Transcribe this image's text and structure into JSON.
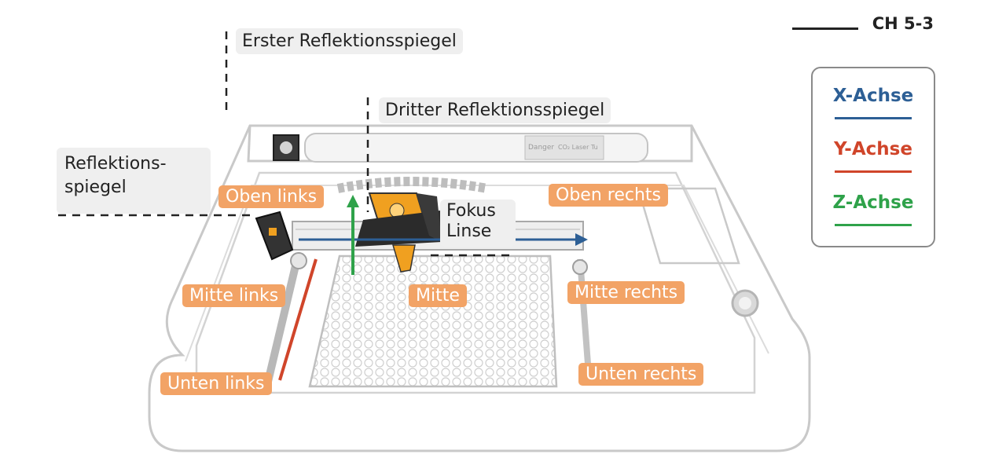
{
  "chapter": "CH 5-3",
  "legend": {
    "x": {
      "label": "X-Achse",
      "color": "#2d5f95"
    },
    "y": {
      "label": "Y-Achse",
      "color": "#d0452a"
    },
    "z": {
      "label": "Z-Achse",
      "color": "#2fa24a"
    }
  },
  "callouts": {
    "first_mirror": "Erster Reflektionsspiegel",
    "third_mirror": "Dritter Reflektionsspiegel",
    "second_mirror_line1": "Reflektions-",
    "second_mirror_line2": "spiegel",
    "focus_lens_line1": "Fokus",
    "focus_lens_line2": "Linse"
  },
  "positions": {
    "top_left": "Oben links",
    "top_right": "Oben rechts",
    "mid_left": "Mitte links",
    "center": "Mitte",
    "mid_right": "Mitte rechts",
    "bottom_left": "Unten links",
    "bottom_right": "Unten rechts"
  },
  "tube_text": {
    "danger": "Danger",
    "co2": "CO₂ Laser Tu"
  },
  "colors": {
    "outline": "#c9c9c9",
    "label_orange": "#f2a366",
    "label_gray": "#efefef",
    "head_orange": "#f0a020"
  }
}
